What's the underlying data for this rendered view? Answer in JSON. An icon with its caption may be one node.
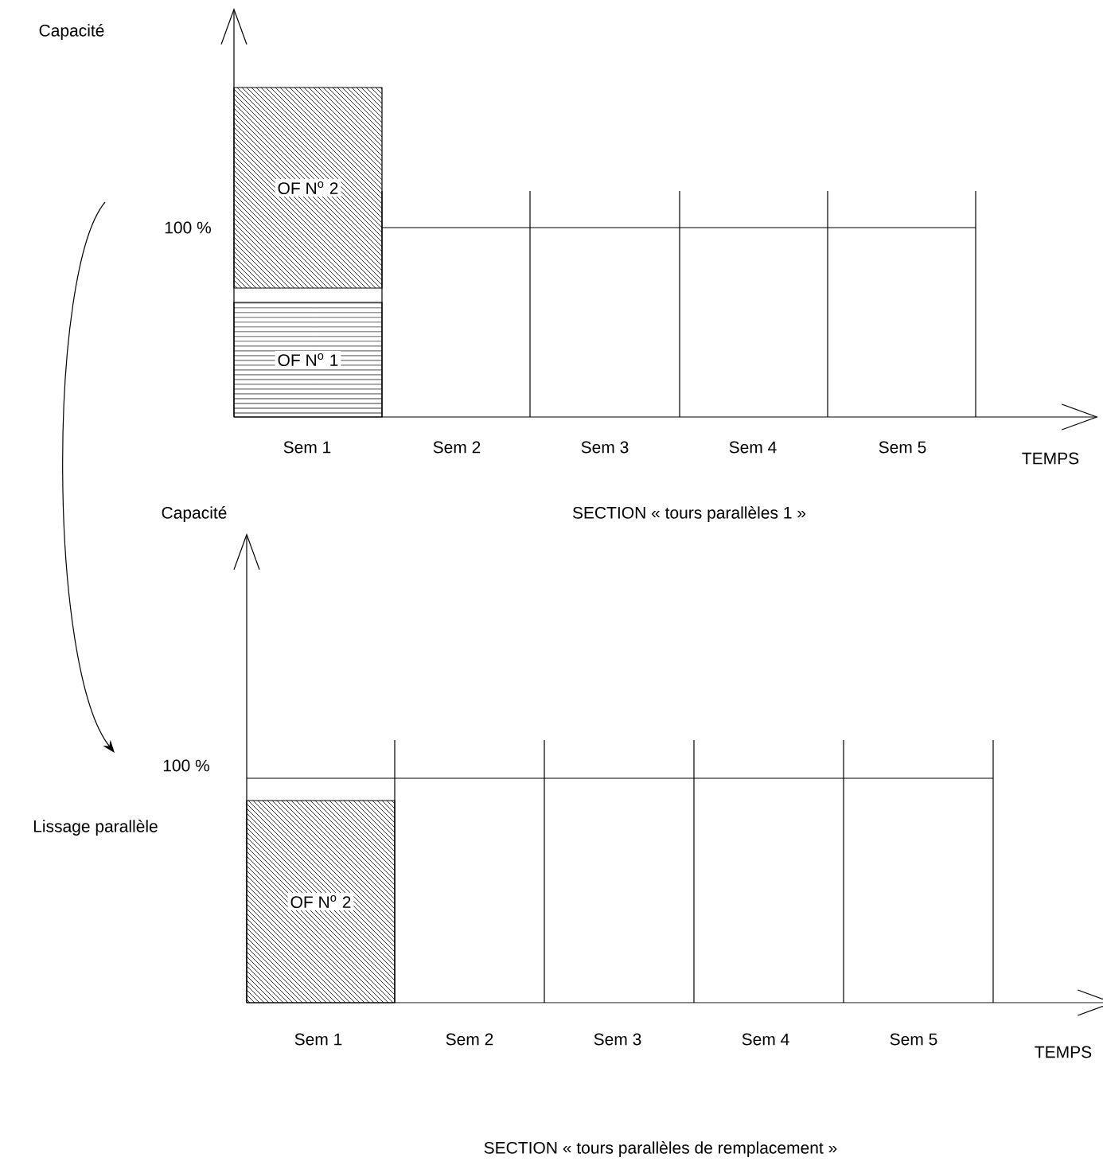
{
  "diagram": {
    "nodes": [
      {
        "text": [
          "OF N$^{o}$ 2"
        ]
      },
      {
        "text": [
          "OF N$^{o}$ 1"
        ]
      },
      {
        "text": [
          "OF N$^{o}$ 2"
        ]
      }
    ],
    "labels": [
      "Capacité",
      "100 %",
      "Sem 1",
      "Sem 2",
      "Sem 3",
      "Sem 4",
      "Sem 5",
      "TEMPS",
      "Capacité",
      "SECTION « tours parallèles 1 »",
      "100 %",
      "Lissage parallèle",
      "Sem 1",
      "Sem 2",
      "Sem 3",
      "Sem 4",
      "Sem 5",
      "TEMPS",
      "SECTION « tours parallèles de remplacement »"
    ]
  }
}
